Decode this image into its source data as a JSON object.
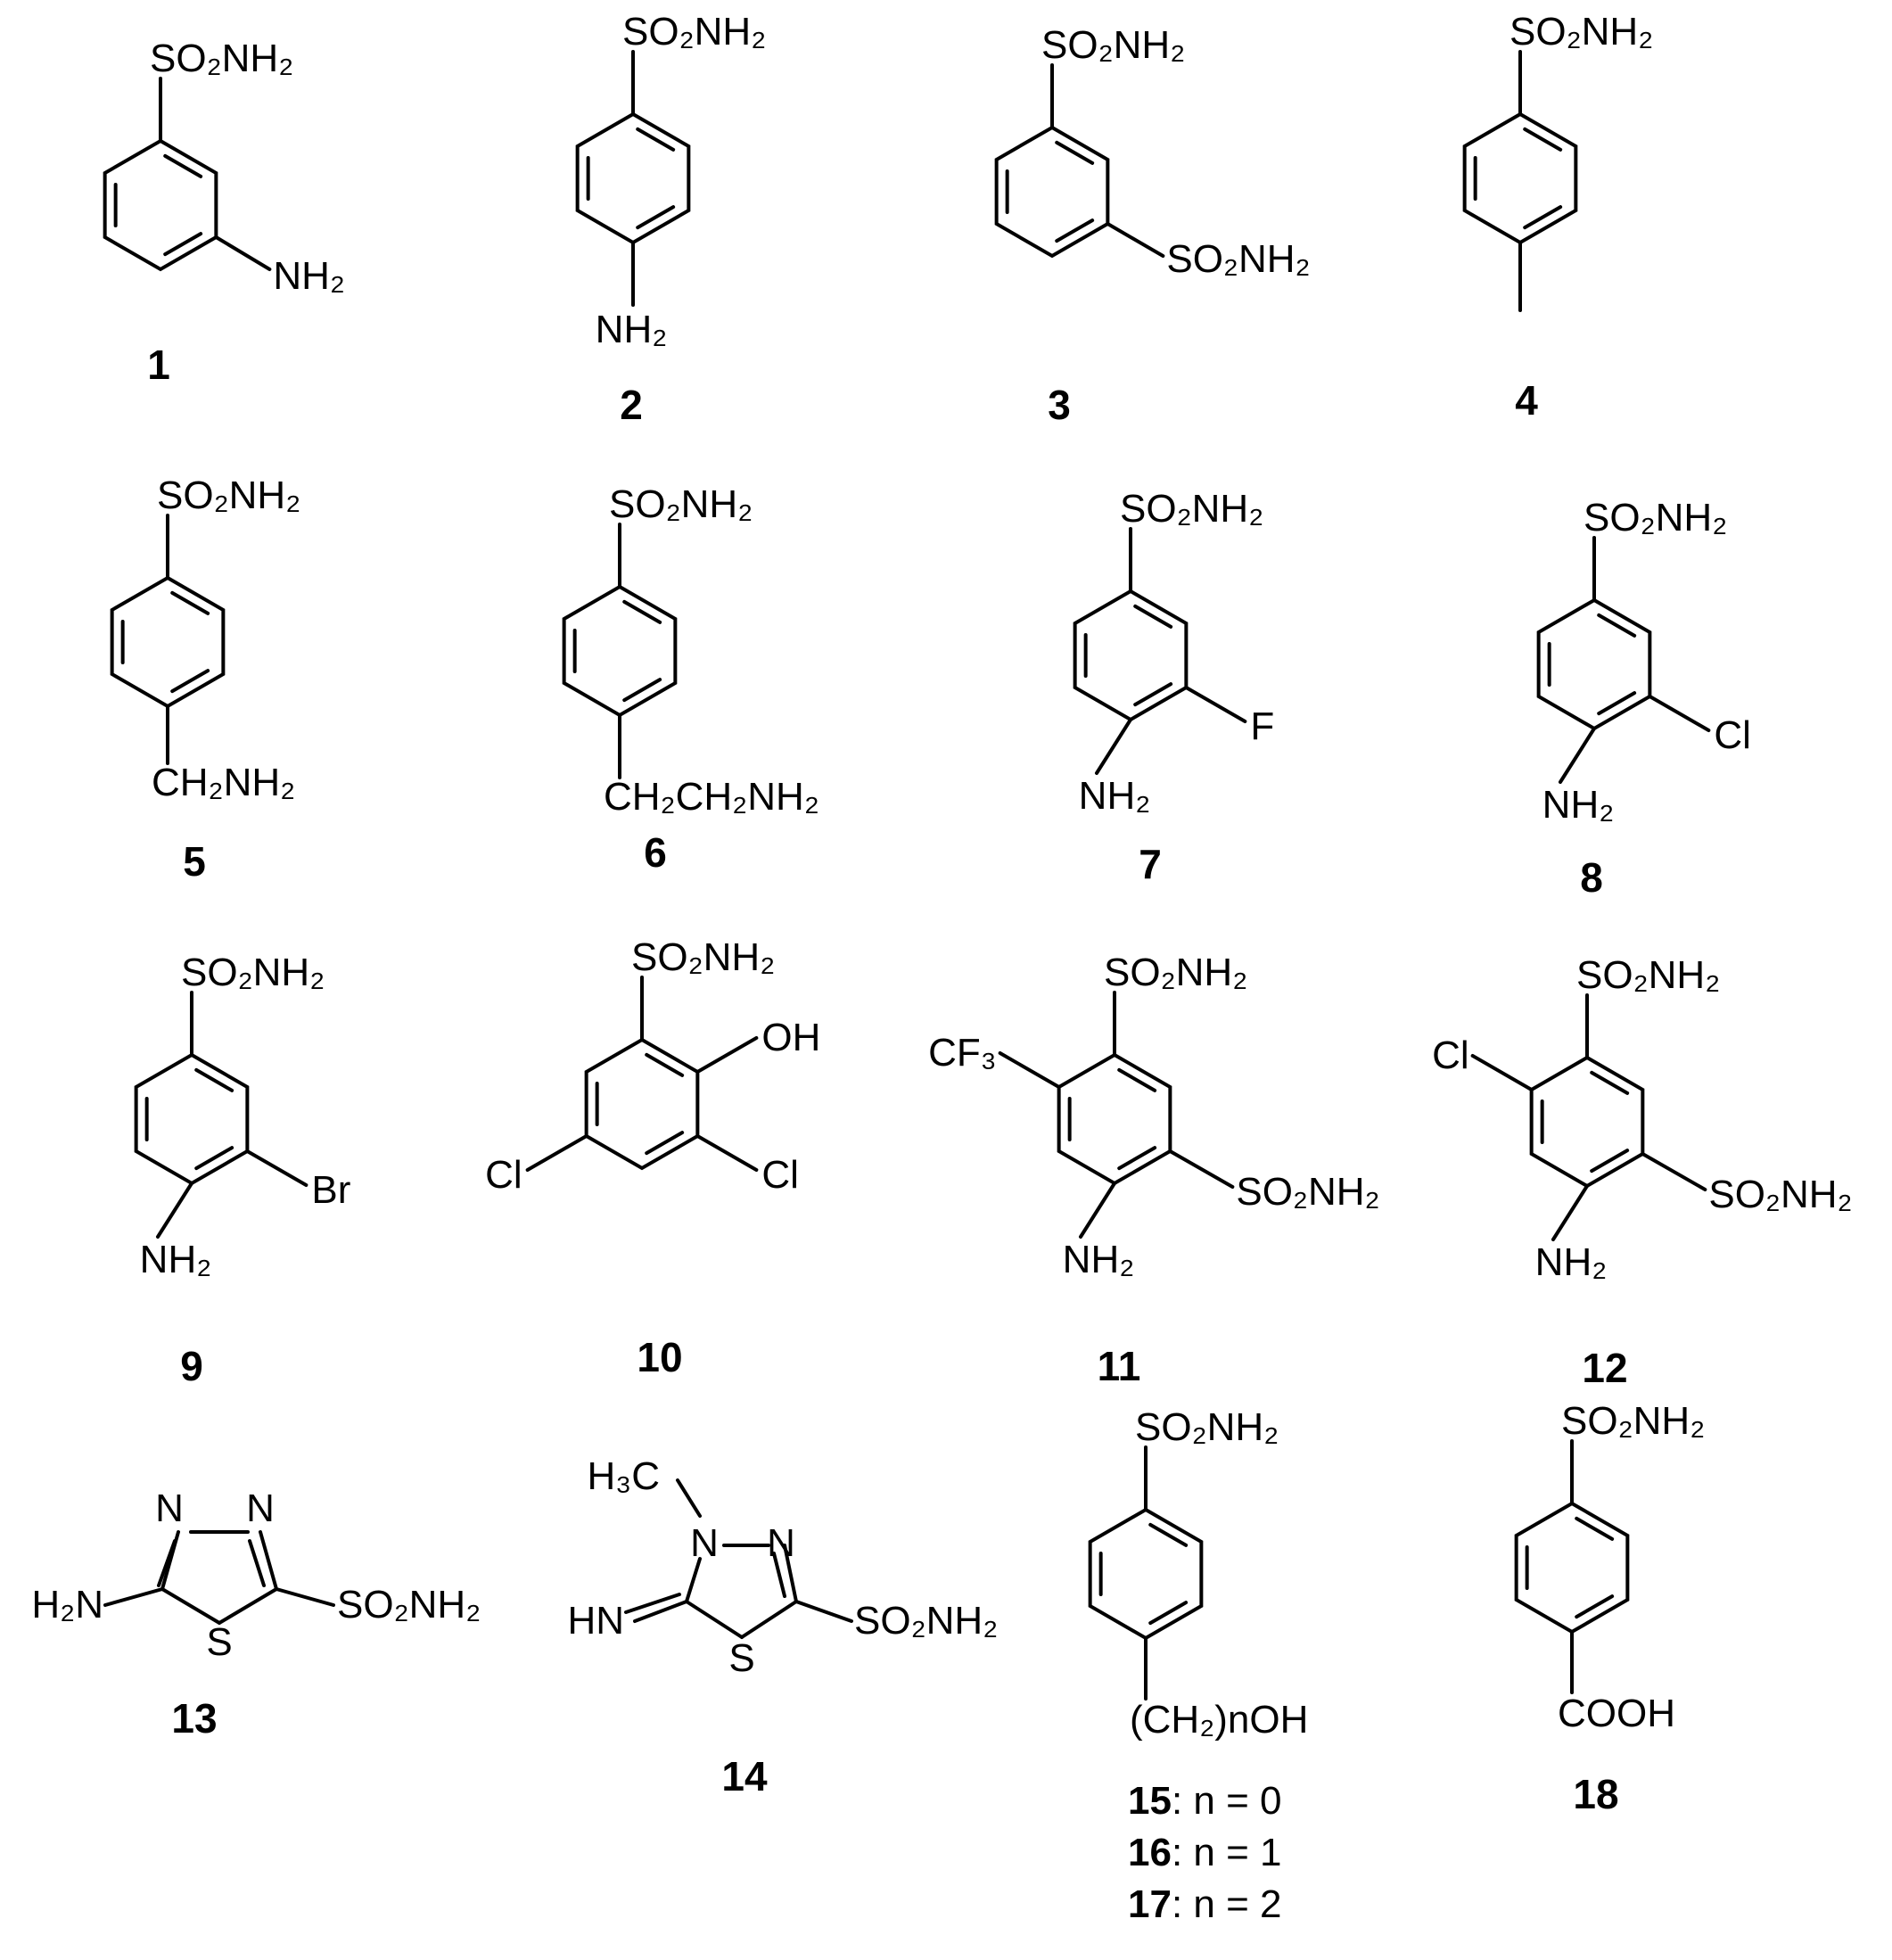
{
  "compounds": [
    {
      "label": "1",
      "texts": [
        "SO2NH2",
        "NH2"
      ]
    },
    {
      "label": "2",
      "texts": [
        "SO2NH2",
        "NH2"
      ]
    },
    {
      "label": "3",
      "texts": [
        "SO2NH2",
        "SO2NH2"
      ]
    },
    {
      "label": "4",
      "texts": [
        "SO2NH2"
      ]
    },
    {
      "label": "5",
      "texts": [
        "SO2NH2",
        "CH2NH2"
      ]
    },
    {
      "label": "6",
      "texts": [
        "SO2NH2",
        "CH2CH2NH2"
      ]
    },
    {
      "label": "7",
      "texts": [
        "SO2NH2",
        "F",
        "NH2"
      ]
    },
    {
      "label": "8",
      "texts": [
        "SO2NH2",
        "Cl",
        "NH2"
      ]
    },
    {
      "label": "9",
      "texts": [
        "SO2NH2",
        "Br",
        "NH2"
      ]
    },
    {
      "label": "10",
      "texts": [
        "SO2NH2",
        "OH",
        "Cl",
        "Cl"
      ]
    },
    {
      "label": "11",
      "texts": [
        "SO2NH2",
        "CF3",
        "SO2NH2",
        "NH2"
      ]
    },
    {
      "label": "12",
      "texts": [
        "SO2NH2",
        "Cl",
        "SO2NH2",
        "NH2"
      ]
    },
    {
      "label": "13",
      "texts": [
        "N",
        "N",
        "S",
        "H2N",
        "SO2NH2"
      ]
    },
    {
      "label": "14",
      "texts": [
        "H3C",
        "N",
        "N",
        "S",
        "HN",
        "SO2NH2"
      ]
    },
    {
      "label": "15-17",
      "texts": [
        "SO2NH2",
        "(CH2)nOH"
      ]
    },
    {
      "label": "18",
      "texts": [
        "SO2NH2",
        "COOH"
      ]
    }
  ],
  "series_captions": [
    {
      "num": "15",
      "rest": ": n = 0"
    },
    {
      "num": "16",
      "rest": ": n = 1"
    },
    {
      "num": "17",
      "rest": ": n = 2"
    }
  ]
}
